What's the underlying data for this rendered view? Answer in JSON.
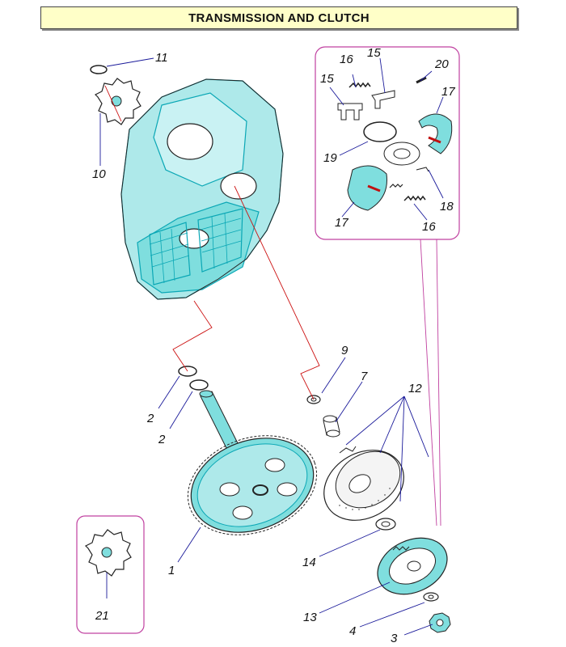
{
  "title": "TRANSMISSION AND CLUTCH",
  "callouts": [
    {
      "id": "c11",
      "text": "11"
    },
    {
      "id": "c10",
      "text": "10"
    },
    {
      "id": "c16a",
      "text": "16"
    },
    {
      "id": "c15a",
      "text": "15"
    },
    {
      "id": "c15b",
      "text": "15"
    },
    {
      "id": "c20",
      "text": "20"
    },
    {
      "id": "c17a",
      "text": "17"
    },
    {
      "id": "c19",
      "text": "19"
    },
    {
      "id": "c18",
      "text": "18"
    },
    {
      "id": "c17b",
      "text": "17"
    },
    {
      "id": "c16b",
      "text": "16"
    },
    {
      "id": "c9",
      "text": "9"
    },
    {
      "id": "c7",
      "text": "7"
    },
    {
      "id": "c12",
      "text": "12"
    },
    {
      "id": "c2a",
      "text": "2"
    },
    {
      "id": "c2b",
      "text": "2"
    },
    {
      "id": "c1",
      "text": "1"
    },
    {
      "id": "c14",
      "text": "14"
    },
    {
      "id": "c13",
      "text": "13"
    },
    {
      "id": "c4",
      "text": "4"
    },
    {
      "id": "c3",
      "text": "3"
    },
    {
      "id": "c21",
      "text": "21"
    }
  ],
  "colors": {
    "part_fill": "#7fdede",
    "part_line": "#0aa7b5",
    "outline": "#222222",
    "leader_blue": "#1a1a9a",
    "leader_red": "#cc1111",
    "inset_border": "#c040a0",
    "title_bg": "#ffffc8"
  }
}
